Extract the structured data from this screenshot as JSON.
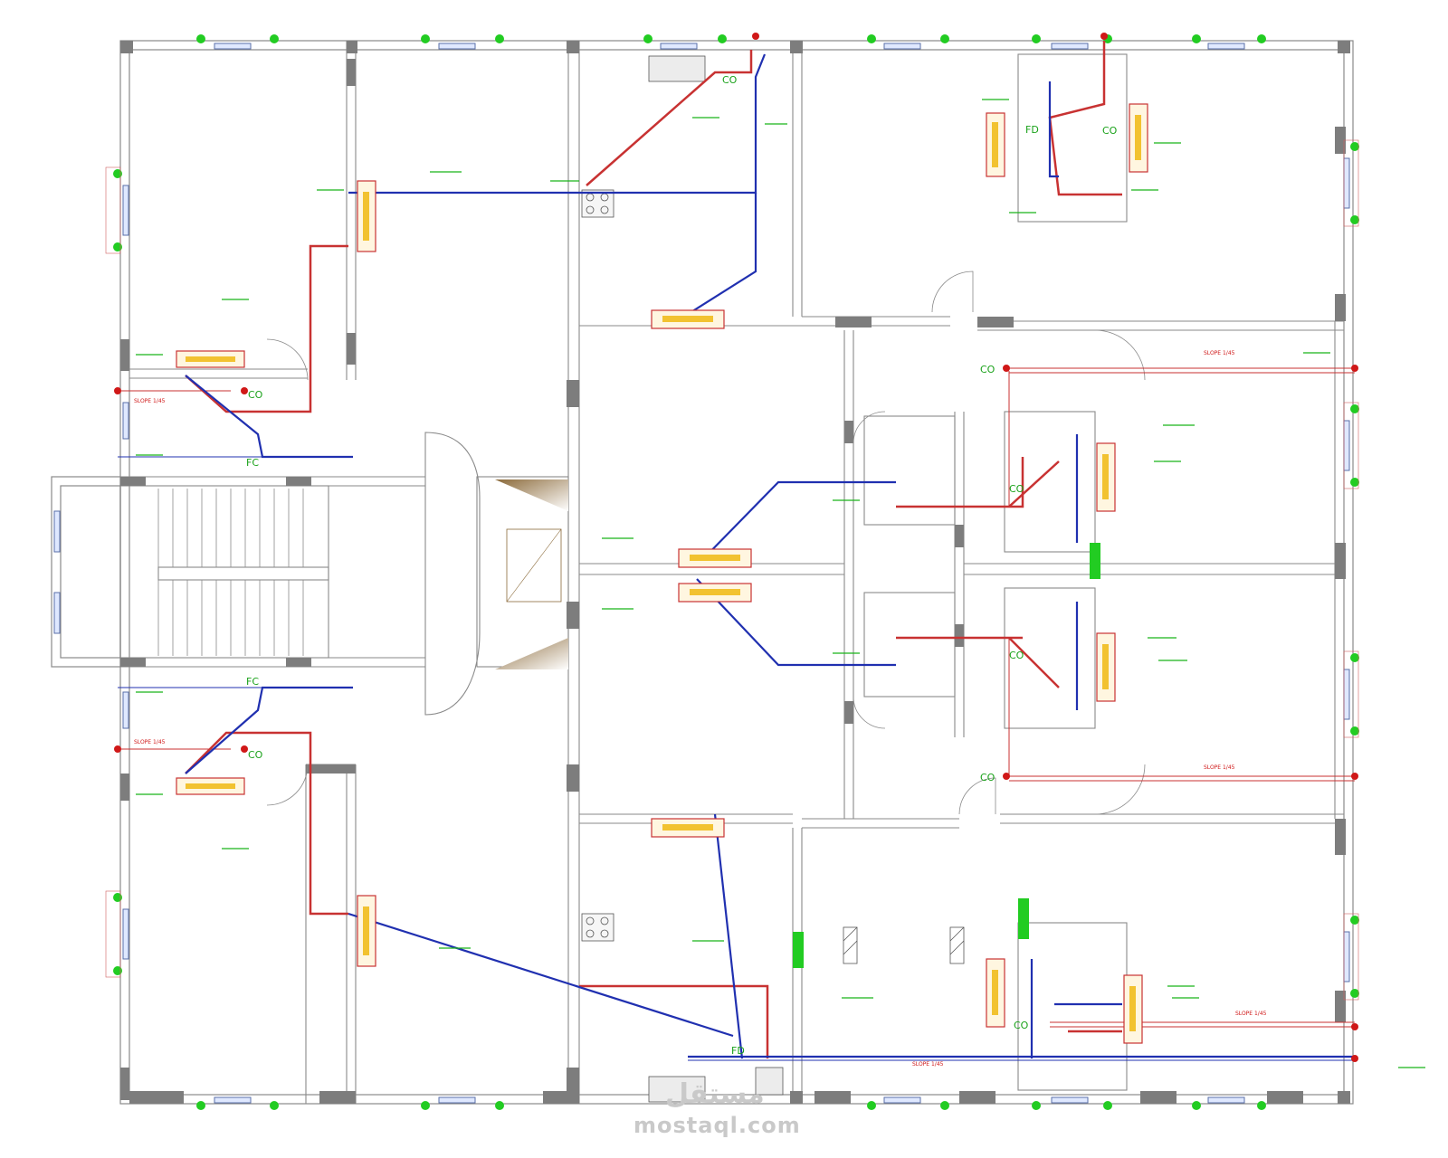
{
  "colors": {
    "wall": "#8a8a8a",
    "column": "#7d7d7d",
    "supply_pipe": "#2030b0",
    "drain_pipe": "#c83232",
    "label": "#19b419",
    "label_alt": "#c8b400",
    "window_marker": "#22cc22",
    "shaft": "#22cc22"
  },
  "icons": {
    "window": "window-icon",
    "split_unit": "split-ac-unit-icon",
    "cleanout": "cleanout-icon",
    "sink": "sink-icon",
    "stove": "stove-icon"
  },
  "labels": {
    "co": "CO",
    "fd": "FD",
    "fc": "FC",
    "slope": "SLOPE 1/45"
  },
  "watermark": {
    "brand": "مستقل",
    "site": "mostaql.com"
  }
}
